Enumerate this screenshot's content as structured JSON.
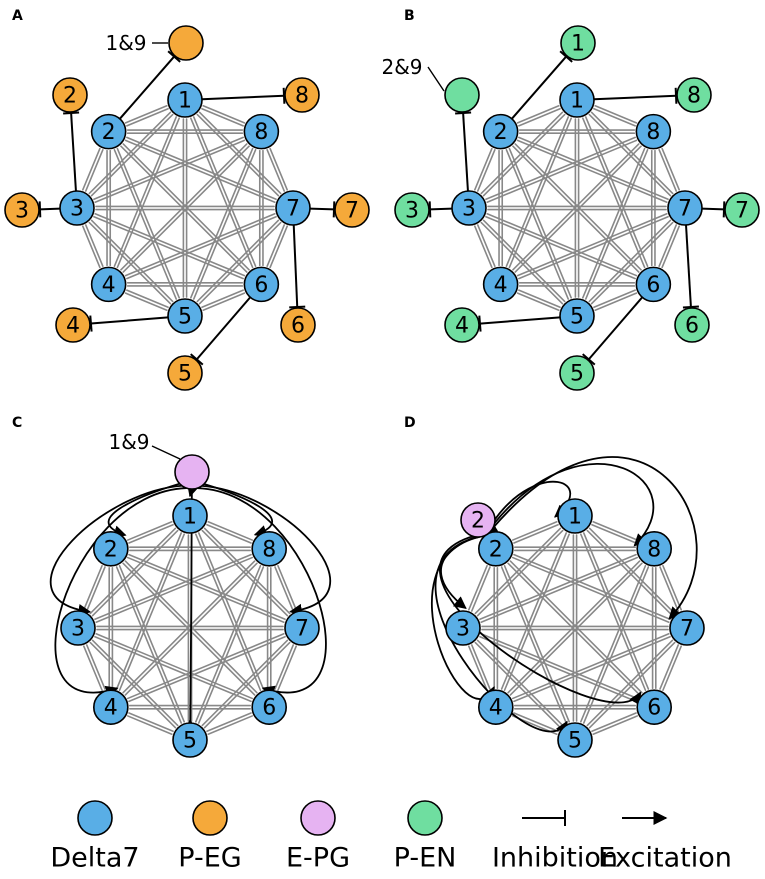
{
  "colors": {
    "delta7": "#59aee6",
    "peg": "#f5a93a",
    "epg": "#e6b3f2",
    "pen": "#6fdea0",
    "mesh": "#888888",
    "stroke": "#000000"
  },
  "panels": [
    {
      "letter": "A",
      "ring_labels": [
        "1",
        "2",
        "3",
        "4",
        "5",
        "6",
        "7",
        "8"
      ],
      "outer_type": "peg",
      "outer_labels": [
        "1&9",
        "2",
        "3",
        "4",
        "5",
        "6",
        "7",
        "8"
      ],
      "connection": "inhibition",
      "external_label": "1&9"
    },
    {
      "letter": "B",
      "ring_labels": [
        "1",
        "2",
        "3",
        "4",
        "5",
        "6",
        "7",
        "8"
      ],
      "outer_type": "pen",
      "outer_labels": [
        "1",
        "2&9",
        "3",
        "4",
        "5",
        "6",
        "7",
        "8"
      ],
      "connection": "inhibition",
      "external_label": "2&9"
    },
    {
      "letter": "C",
      "ring_labels": [
        "1",
        "2",
        "3",
        "4",
        "5",
        "6",
        "7",
        "8"
      ],
      "source_type": "epg",
      "source_label": "",
      "external_label": "1&9",
      "connection": "excitation",
      "targets": [
        "1",
        "2",
        "3",
        "4",
        "5",
        "6",
        "7",
        "8"
      ]
    },
    {
      "letter": "D",
      "ring_labels": [
        "1",
        "2",
        "3",
        "4",
        "5",
        "6",
        "7",
        "8"
      ],
      "source_type": "epg",
      "source_label": "2",
      "connection": "excitation",
      "targets": [
        "1",
        "2",
        "3",
        "4",
        "5",
        "6",
        "7",
        "8"
      ]
    }
  ],
  "legend": [
    {
      "type": "delta7",
      "label": "Delta7"
    },
    {
      "type": "peg",
      "label": "P-EG"
    },
    {
      "type": "epg",
      "label": "E-PG"
    },
    {
      "type": "pen",
      "label": "P-EN"
    },
    {
      "type": "inhibition",
      "label": "Inhibition"
    },
    {
      "type": "excitation",
      "label": "Excitation"
    }
  ]
}
